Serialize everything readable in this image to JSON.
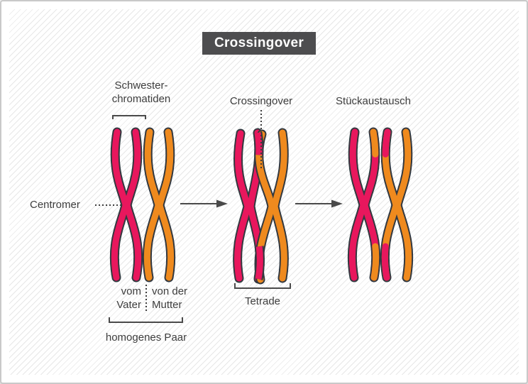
{
  "title": {
    "label": "Crossingover"
  },
  "labels": {
    "sister": {
      "line1": "Schwester-",
      "line2": "chromatiden"
    },
    "centromere": "Centromer",
    "crossover": "Crossingover",
    "exchange": "Stückaustausch",
    "father": {
      "line1": "vom",
      "line2": "Vater"
    },
    "mother": {
      "line1": "von der",
      "line2": "Mutter"
    },
    "tetrad": "Tetrade",
    "pair": "homogenes Paar"
  },
  "colors": {
    "paternal": "#E8175D",
    "maternal": "#EF8A1E",
    "outline": "#333940",
    "text": "#3D3D3D",
    "title_bg": "#4D4D4F",
    "title_text": "#FFFFFF",
    "line": "#4A4A4A",
    "hatch": "#E7E7E7",
    "border": "#C9C9C9",
    "background": "#FFFFFF"
  }
}
